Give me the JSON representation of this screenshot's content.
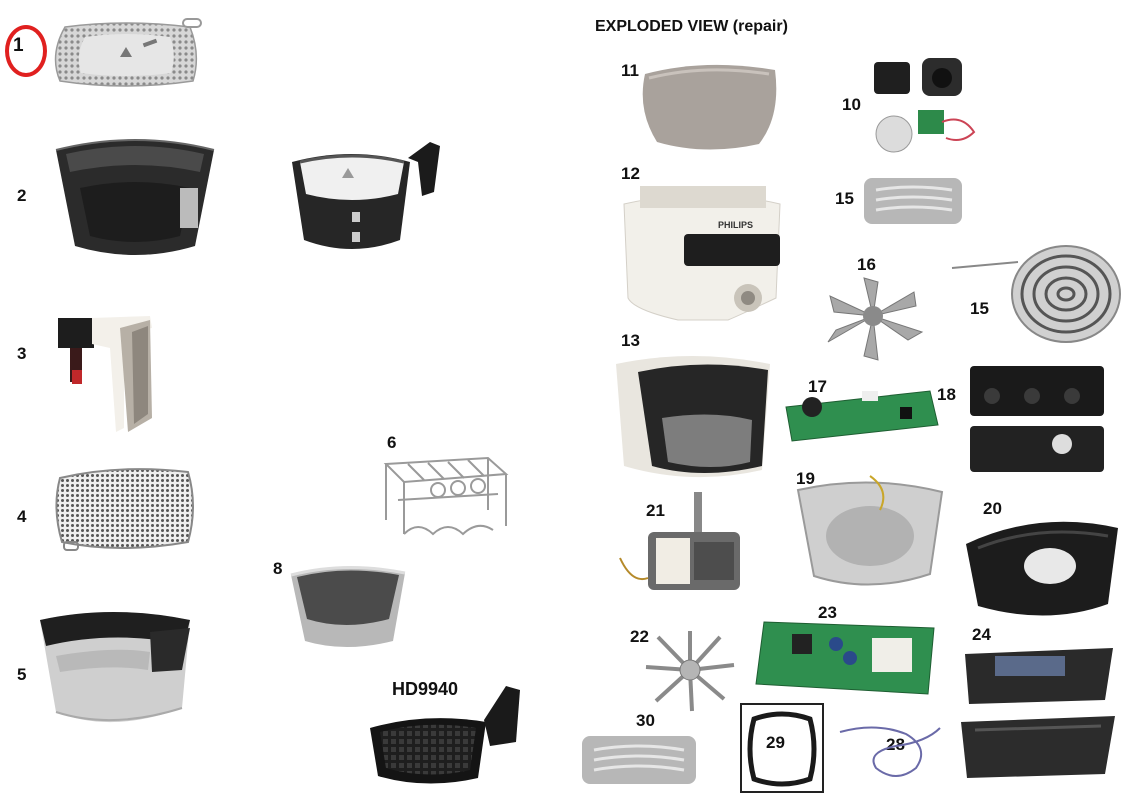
{
  "title": "EXPLODED VIEW (repair)",
  "model": "HD9940",
  "brand_text": "PHILIPS",
  "highlight_color": "#e0201f",
  "parts": [
    {
      "id": "1",
      "label": "1"
    },
    {
      "id": "2",
      "label": "2"
    },
    {
      "id": "3",
      "label": "3"
    },
    {
      "id": "4",
      "label": "4"
    },
    {
      "id": "5",
      "label": "5"
    },
    {
      "id": "6",
      "label": "6"
    },
    {
      "id": "8",
      "label": "8"
    },
    {
      "id": "10",
      "label": "10"
    },
    {
      "id": "11",
      "label": "11"
    },
    {
      "id": "12",
      "label": "12"
    },
    {
      "id": "13",
      "label": "13"
    },
    {
      "id": "15a",
      "label": "15"
    },
    {
      "id": "15b",
      "label": "15"
    },
    {
      "id": "16",
      "label": "16"
    },
    {
      "id": "17",
      "label": "17"
    },
    {
      "id": "18",
      "label": "18"
    },
    {
      "id": "19",
      "label": "19"
    },
    {
      "id": "20",
      "label": "20"
    },
    {
      "id": "21",
      "label": "21"
    },
    {
      "id": "22",
      "label": "22"
    },
    {
      "id": "23",
      "label": "23"
    },
    {
      "id": "24",
      "label": "24"
    },
    {
      "id": "28",
      "label": "28"
    },
    {
      "id": "29",
      "label": "29"
    },
    {
      "id": "30",
      "label": "30"
    }
  ]
}
